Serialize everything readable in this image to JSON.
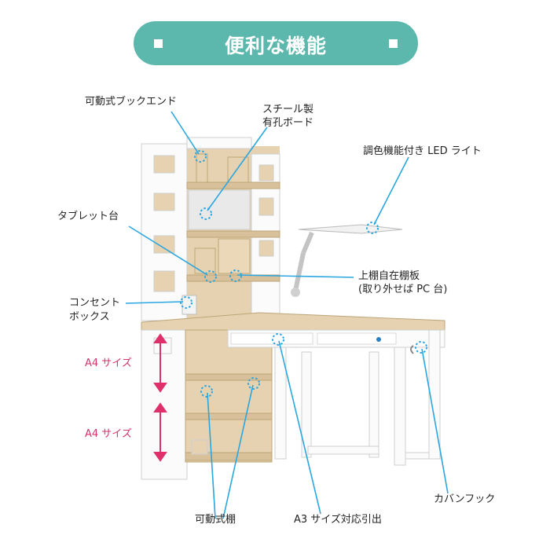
{
  "banner": {
    "title": "便利な機能"
  },
  "labels": {
    "bookend": "可動式ブックエンド",
    "steel_board_1": "スチール製",
    "steel_board_2": "有孔ボード",
    "led_light": "調色機能付き LED ライト",
    "tablet_stand": "タブレット台",
    "upper_shelf_1": "上棚自在棚板",
    "upper_shelf_2": "(取り外せば PC 台)",
    "outlet_1": "コンセント",
    "outlet_2": "ボックス",
    "a4_upper": "A4 サイズ",
    "a4_lower": "A4 サイズ",
    "bag_hook": "カバンフック",
    "movable_shelf": "可動式棚",
    "a3_drawer": "A3 サイズ対応引出"
  },
  "colors": {
    "accent": "#5cb8ad",
    "callout": "#2aa6e0",
    "size_arrow": "#e0306c",
    "wood": "#e6d2b0",
    "panel": "#ffffff"
  }
}
